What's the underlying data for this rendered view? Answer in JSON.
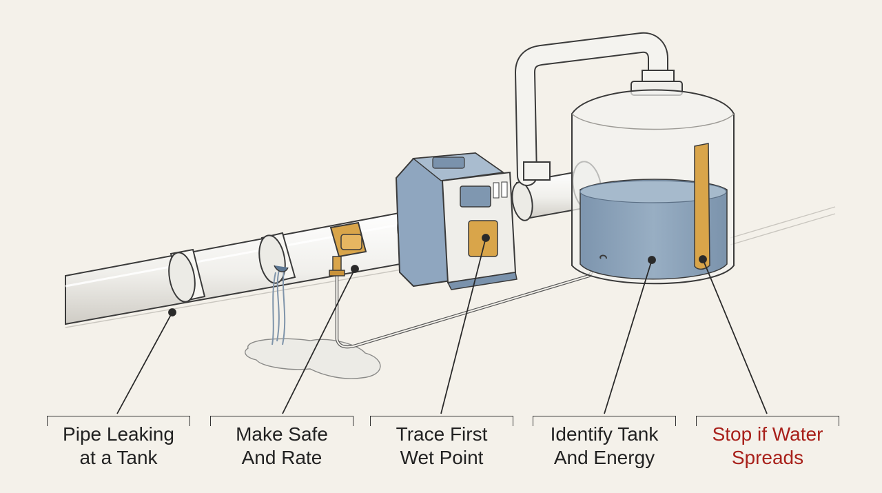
{
  "labels": [
    {
      "line1": "Pipe Leaking",
      "line2": "at a Tank"
    },
    {
      "line1": "Make Safe",
      "line2": "And Rate"
    },
    {
      "line1": "Trace First",
      "line2": "Wet Point"
    },
    {
      "line1": "Identify Tank",
      "line2": "And Energy"
    },
    {
      "line1": "Stop if Water",
      "line2": "Spreads"
    }
  ],
  "colors": {
    "background": "#f4f1ea",
    "ink": "#3a3a3a",
    "water": "#8ea5bd",
    "brass": "#d9a54a",
    "device_blue": "#8fa6bf",
    "warning_text": "#a8201a"
  }
}
